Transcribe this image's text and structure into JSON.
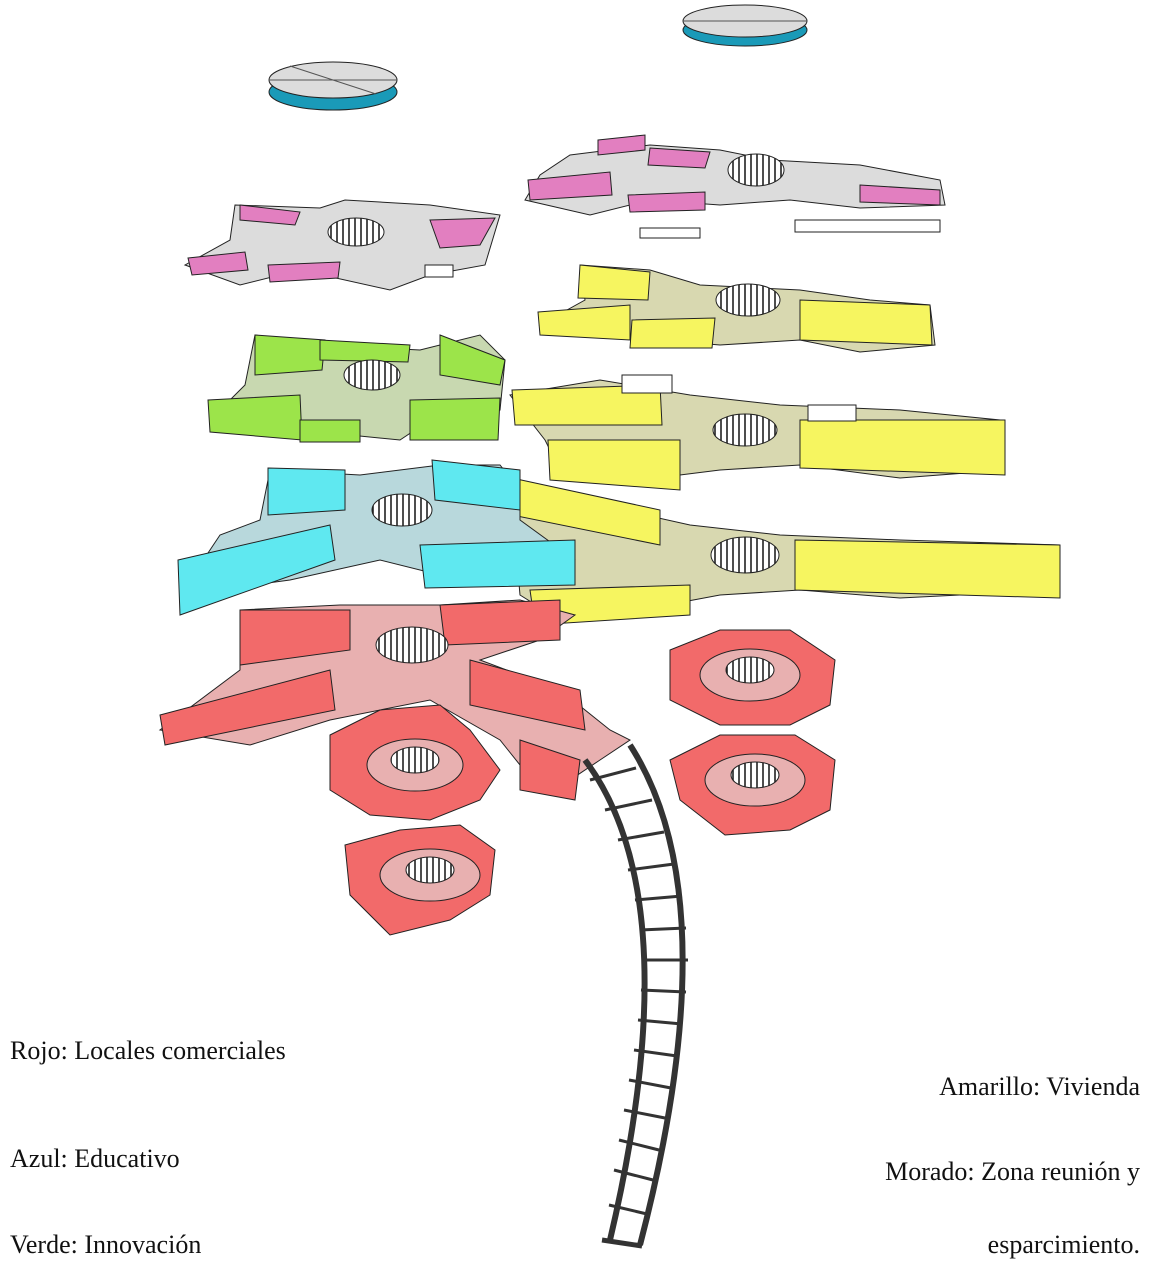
{
  "legend": {
    "red": "Rojo: Locales comerciales",
    "blue": "Azul: Educativo",
    "green": "Verde: Innovación",
    "yellow": "Amarillo: Vivienda",
    "purple_line1": "Morado: Zona reunión y",
    "purple_line2": "esparcimiento."
  },
  "colors": {
    "red": "#f26a6a",
    "red_floor": "#e8b0b0",
    "blue": "#5fe8f0",
    "blue_floor": "#b8d8dc",
    "green": "#9ce44a",
    "green_floor": "#c8d8b0",
    "yellow": "#f6f560",
    "yellow_floor": "#d8d8b0",
    "purple": "#e27fc0",
    "floor_grey": "#dcdcdc",
    "roof_blue": "#1a9ab8",
    "bridge": "#333333"
  }
}
